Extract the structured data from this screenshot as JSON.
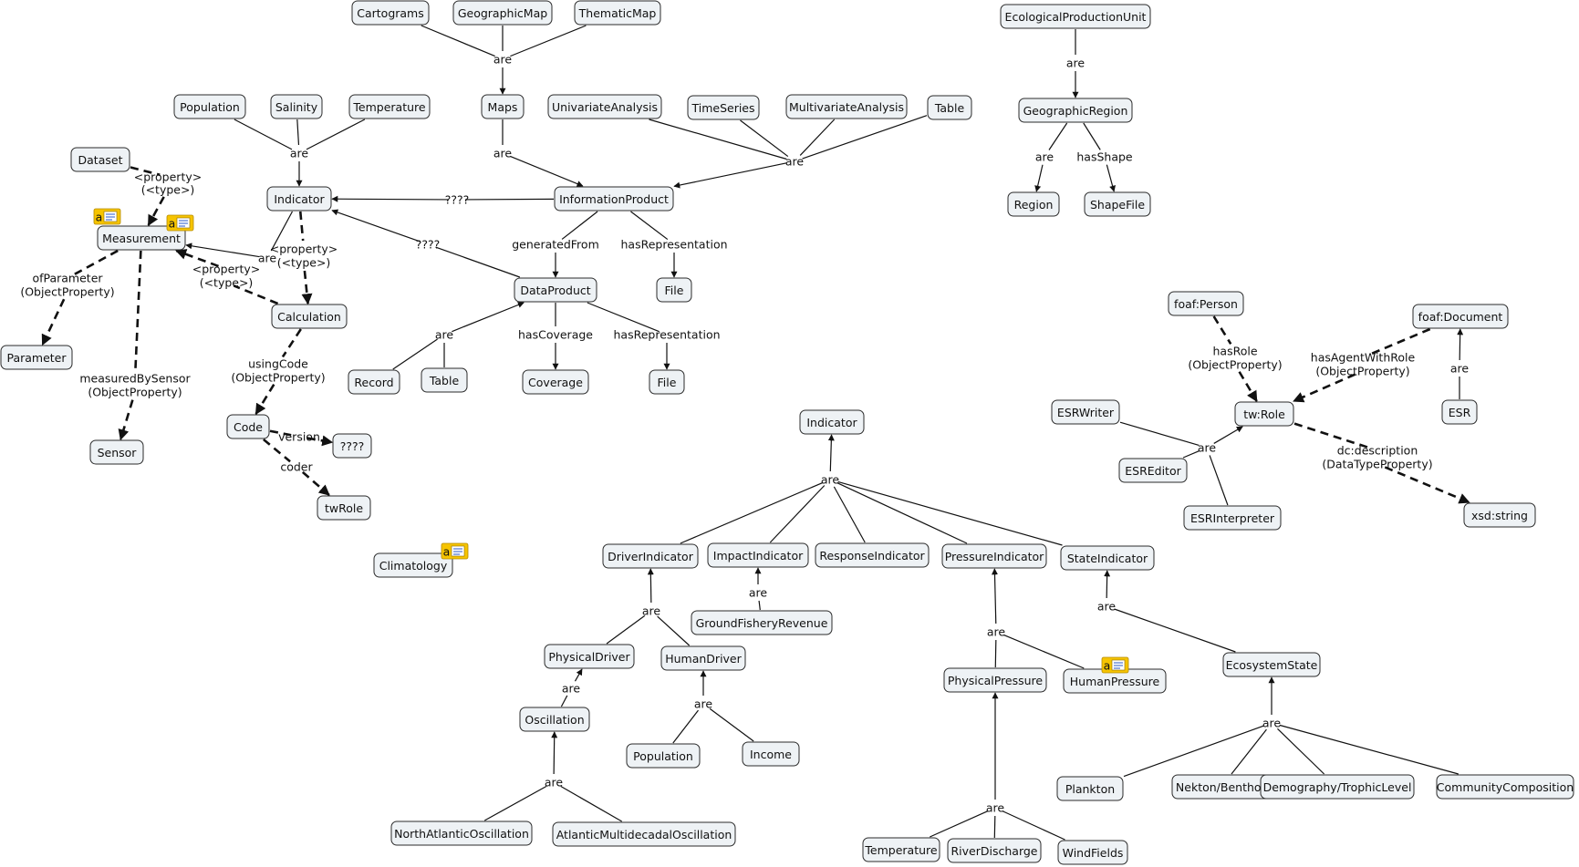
{
  "nodes": [
    {
      "id": "cartograms",
      "text": "Cartograms"
    },
    {
      "id": "geomap",
      "text": "GeographicMap"
    },
    {
      "id": "thematic",
      "text": "ThematicMap"
    },
    {
      "id": "maps",
      "text": "Maps"
    },
    {
      "id": "population1",
      "text": "Population"
    },
    {
      "id": "salinity",
      "text": "Salinity"
    },
    {
      "id": "temperature1",
      "text": "Temperature"
    },
    {
      "id": "univariate",
      "text": "UnivariateAnalysis"
    },
    {
      "id": "timeseries",
      "text": "TimeSeries"
    },
    {
      "id": "multivariate",
      "text": "MultivariateAnalysis"
    },
    {
      "id": "table1",
      "text": "Table"
    },
    {
      "id": "dataset",
      "text": "Dataset"
    },
    {
      "id": "indicator1",
      "text": "Indicator"
    },
    {
      "id": "infoproduct",
      "text": "InformationProduct"
    },
    {
      "id": "measurement",
      "text": "Measurement"
    },
    {
      "id": "calculation",
      "text": "Calculation"
    },
    {
      "id": "dataproduct",
      "text": "DataProduct"
    },
    {
      "id": "file1",
      "text": "File"
    },
    {
      "id": "parameter",
      "text": "Parameter"
    },
    {
      "id": "record",
      "text": "Record"
    },
    {
      "id": "table2",
      "text": "Table"
    },
    {
      "id": "coverage",
      "text": "Coverage"
    },
    {
      "id": "file2",
      "text": "File"
    },
    {
      "id": "code",
      "text": "Code"
    },
    {
      "id": "qqqq",
      "text": "????"
    },
    {
      "id": "sensor",
      "text": "Sensor"
    },
    {
      "id": "twrole1",
      "text": "twRole"
    },
    {
      "id": "climatology",
      "text": "Climatology"
    },
    {
      "id": "epu",
      "text": "EcologicalProductionUnit"
    },
    {
      "id": "georegion",
      "text": "GeographicRegion"
    },
    {
      "id": "region",
      "text": "Region"
    },
    {
      "id": "shapefile",
      "text": "ShapeFile"
    },
    {
      "id": "foafperson",
      "text": "foaf:Person"
    },
    {
      "id": "foafdoc",
      "text": "foaf:Document"
    },
    {
      "id": "esrwriter",
      "text": "ESRWriter"
    },
    {
      "id": "twrole2",
      "text": "tw:Role"
    },
    {
      "id": "esr",
      "text": "ESR"
    },
    {
      "id": "esreditor",
      "text": "ESREditor"
    },
    {
      "id": "esrinterpreter",
      "text": "ESRInterpreter"
    },
    {
      "id": "xsdstring",
      "text": "xsd:string"
    },
    {
      "id": "indicator2",
      "text": "Indicator"
    },
    {
      "id": "driver",
      "text": "DriverIndicator"
    },
    {
      "id": "impact",
      "text": "ImpactIndicator"
    },
    {
      "id": "response",
      "text": "ResponseIndicator"
    },
    {
      "id": "pressure",
      "text": "PressureIndicator"
    },
    {
      "id": "state",
      "text": "StateIndicator"
    },
    {
      "id": "groundfish",
      "text": "GroundFisheryRevenue"
    },
    {
      "id": "physdriver",
      "text": "PhysicalDriver"
    },
    {
      "id": "humandriver",
      "text": "HumanDriver"
    },
    {
      "id": "oscillation",
      "text": "Oscillation"
    },
    {
      "id": "population2",
      "text": "Population"
    },
    {
      "id": "income",
      "text": "Income"
    },
    {
      "id": "nao",
      "text": "NorthAtlanticOscillation"
    },
    {
      "id": "amo",
      "text": "AtlanticMultidecadalOscillation"
    },
    {
      "id": "physpressure",
      "text": "PhysicalPressure"
    },
    {
      "id": "humanpressure",
      "text": "HumanPressure"
    },
    {
      "id": "ecostate",
      "text": "EcosystemState"
    },
    {
      "id": "plankton",
      "text": "Plankton"
    },
    {
      "id": "nekton",
      "text": "Nekton/Benthos"
    },
    {
      "id": "demography",
      "text": "Demography/TrophicLevel"
    },
    {
      "id": "community",
      "text": "CommunityComposition"
    },
    {
      "id": "temperature2",
      "text": "Temperature"
    },
    {
      "id": "river",
      "text": "RiverDischarge"
    },
    {
      "id": "wind",
      "text": "WindFields"
    }
  ],
  "labels": [
    {
      "id": "are_maps",
      "text": "are"
    },
    {
      "id": "are_maps2info",
      "text": "are"
    },
    {
      "id": "are_ind1",
      "text": "are"
    },
    {
      "id": "are_analysis",
      "text": "are"
    },
    {
      "id": "q_info_ind",
      "text": "????"
    },
    {
      "id": "q_dp_ind",
      "text": "????"
    },
    {
      "id": "prop_dataset_l1",
      "text": "<property>"
    },
    {
      "id": "prop_dataset_l2",
      "text": "(<type>)"
    },
    {
      "id": "prop_ind_l1",
      "text": "<property>"
    },
    {
      "id": "prop_ind_l2",
      "text": "(<type>)"
    },
    {
      "id": "prop_calc_l1",
      "text": "<property>"
    },
    {
      "id": "prop_calc_l2",
      "text": "(<type>)"
    },
    {
      "id": "are_ind_meas",
      "text": "are"
    },
    {
      "id": "generatedfrom",
      "text": "generatedFrom"
    },
    {
      "id": "hasrep1",
      "text": "hasRepresentation"
    },
    {
      "id": "ofparam_l1",
      "text": "ofParameter"
    },
    {
      "id": "ofparam_l2",
      "text": "(ObjectProperty)"
    },
    {
      "id": "are_dp",
      "text": "are"
    },
    {
      "id": "hascoverage",
      "text": "hasCoverage"
    },
    {
      "id": "hasrep2",
      "text": "hasRepresentation"
    },
    {
      "id": "usingcode_l1",
      "text": "usingCode"
    },
    {
      "id": "usingcode_l2",
      "text": "(ObjectProperty)"
    },
    {
      "id": "measuredby_l1",
      "text": "measuredBySensor"
    },
    {
      "id": "measuredby_l2",
      "text": "(ObjectProperty)"
    },
    {
      "id": "version",
      "text": "version"
    },
    {
      "id": "coder",
      "text": "coder"
    },
    {
      "id": "are_epu",
      "text": "are"
    },
    {
      "id": "are_region",
      "text": "are"
    },
    {
      "id": "hasshape",
      "text": "hasShape"
    },
    {
      "id": "hasrole_l1",
      "text": "hasRole"
    },
    {
      "id": "hasrole_l2",
      "text": "(ObjectProperty)"
    },
    {
      "id": "hasagent_l1",
      "text": "hasAgentWithRole"
    },
    {
      "id": "hasagent_l2",
      "text": "(ObjectProperty)"
    },
    {
      "id": "are_esr",
      "text": "are"
    },
    {
      "id": "are_esrroles",
      "text": "are"
    },
    {
      "id": "dcdesc_l1",
      "text": "dc:description"
    },
    {
      "id": "dcdesc_l2",
      "text": "(DataTypeProperty)"
    },
    {
      "id": "are_ind2",
      "text": "are"
    },
    {
      "id": "are_groundfish",
      "text": "are"
    },
    {
      "id": "are_drivers",
      "text": "are"
    },
    {
      "id": "are_osc",
      "text": "are"
    },
    {
      "id": "are_human",
      "text": "are"
    },
    {
      "id": "are_oscsub",
      "text": "are"
    },
    {
      "id": "are_pressure",
      "text": "are"
    },
    {
      "id": "are_physpress",
      "text": "are"
    },
    {
      "id": "are_state",
      "text": "are"
    },
    {
      "id": "are_eco",
      "text": "are"
    }
  ],
  "notes": [
    {
      "id": "note-dataset",
      "symbol": "a"
    },
    {
      "id": "note-measurement",
      "symbol": "a"
    },
    {
      "id": "note-climatology",
      "symbol": "a"
    },
    {
      "id": "note-humanpressure",
      "symbol": "a"
    }
  ]
}
